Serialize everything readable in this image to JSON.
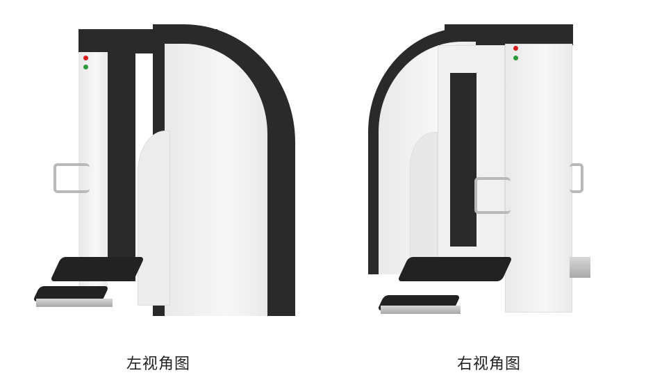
{
  "views": [
    {
      "caption": "左视角图",
      "icon": "security-scanner-left-view"
    },
    {
      "caption": "右视角图",
      "icon": "security-scanner-right-view"
    }
  ],
  "colors": {
    "body_dark": "#2a2a2a",
    "panel_white": "#f2f2f2",
    "indicator_red": "#d62020",
    "indicator_green": "#2a9a3a"
  }
}
